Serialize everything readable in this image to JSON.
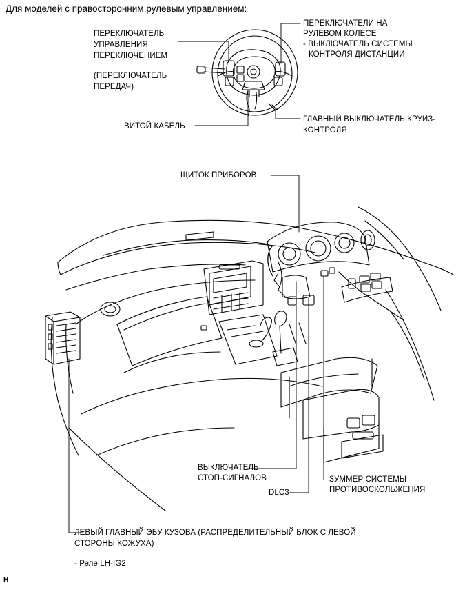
{
  "header": "Для моделей с правосторонним рулевым управлением:",
  "labels": {
    "shift_switch_1": "ПЕРЕКЛЮЧАТЕЛЬ",
    "shift_switch_2": "УПРАВЛЕНИЯ",
    "shift_switch_3": "ПЕРЕКЛЮЧЕНИЕМ",
    "shift_switch_4": "(ПЕРЕКЛЮЧАТЕЛЬ",
    "shift_switch_5": "ПЕРЕДАЧ)",
    "wheel_switches_1": "ПЕРЕКЛЮЧАТЕЛИ НА",
    "wheel_switches_2": "РУЛЕВОМ КОЛЕСЕ",
    "wheel_switches_3": "- ВЫКЛЮЧАТЕЛЬ СИСТЕМЫ",
    "wheel_switches_4": "КОНТРОЛЯ ДИСТАНЦИИ",
    "spiral_cable": "ВИТОЙ КАБЕЛЬ",
    "cruise_main_1": "ГЛАВНЫЙ ВЫКЛЮЧАТЕЛЬ КРУИЗ-",
    "cruise_main_2": "КОНТРОЛЯ",
    "instrument_panel": "ЩИТОК ПРИБОРОВ",
    "stop_lamp_1": "ВЫКЛЮЧАТЕЛЬ",
    "stop_lamp_2": "СТОП-СИГНАЛОВ",
    "buzzer_1": "ЗУММЕР СИСТЕМЫ",
    "buzzer_2": "ПРОТИВОСКОЛЬЖЕНИЯ",
    "dlc3": "DLC3",
    "body_ecu_1": "ЛЕВЫЙ ГЛАВНЫЙ ЭБУ КУЗОВА (РАСПРЕДЕЛИТЕЛЬНЫЙ БЛОК С ЛЕВОЙ",
    "body_ecu_2": "СТОРОНЫ КОЖУХА)",
    "relay": "- Реле LH-IG2"
  },
  "footer_code": "H"
}
